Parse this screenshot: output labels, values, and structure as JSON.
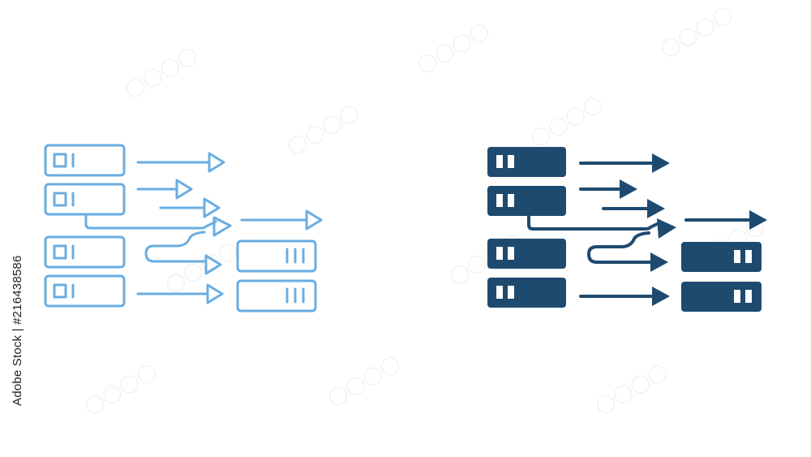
{
  "stock_id": "Adobe Stock | #216438586",
  "colors": {
    "outline_icon": "#6aade2",
    "filled_icon": "#1f4a70",
    "background": "#ffffff",
    "watermark": "#eeeeee"
  },
  "icons": [
    {
      "name": "data-migration-icon",
      "style": "outline"
    },
    {
      "name": "data-migration-icon",
      "style": "filled"
    }
  ]
}
